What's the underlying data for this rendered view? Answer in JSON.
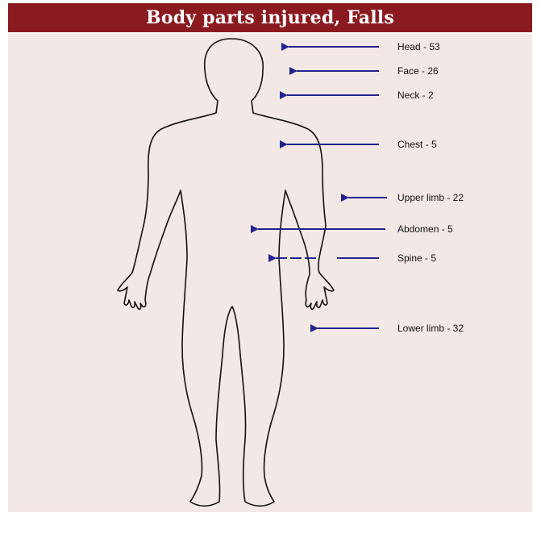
{
  "title": "Body parts injured, Falls",
  "colors": {
    "title_bg": "#8b1a20",
    "panel_bg": "#f2e8e6",
    "arrow": "#23238e",
    "outline": "#111111"
  },
  "labels": [
    {
      "id": "head",
      "text": "Head - 53"
    },
    {
      "id": "face",
      "text": "Face - 26"
    },
    {
      "id": "neck",
      "text": "Neck - 2"
    },
    {
      "id": "chest",
      "text": "Chest - 5"
    },
    {
      "id": "upper-limb",
      "text": "Upper limb - 22"
    },
    {
      "id": "abdomen",
      "text": "Abdomen - 5"
    },
    {
      "id": "spine",
      "text": "Spine - 5"
    },
    {
      "id": "lower-limb",
      "text": "Lower limb - 32"
    }
  ]
}
